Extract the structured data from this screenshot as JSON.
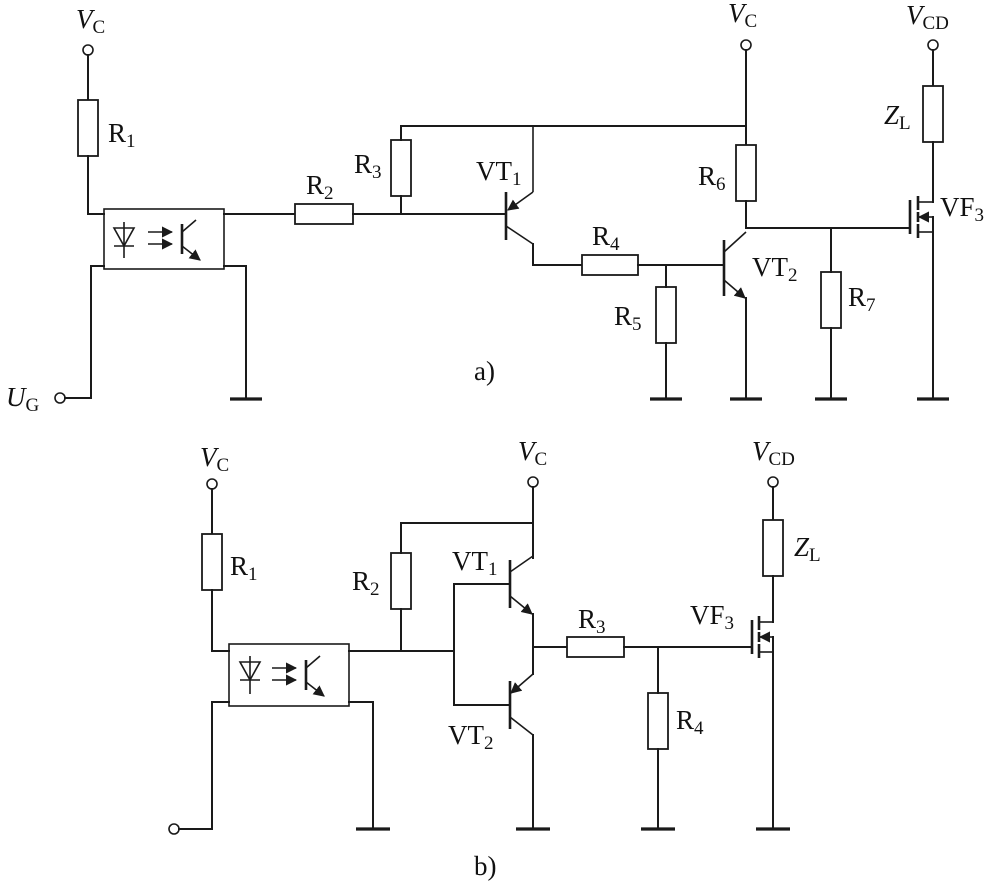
{
  "labels": {
    "vc": "V",
    "vc_sub": "C",
    "vcd_sub": "CD",
    "ug": "U",
    "ug_sub": "G",
    "r1": "R",
    "r1_sub": "1",
    "r2": "R",
    "r2_sub": "2",
    "r3": "R",
    "r3_sub": "3",
    "r4": "R",
    "r4_sub": "4",
    "r5": "R",
    "r5_sub": "5",
    "r6": "R",
    "r6_sub": "6",
    "r7": "R",
    "r7_sub": "7",
    "zl": "Z",
    "zl_sub": "L",
    "vt": "VT",
    "vt1_sub": "1",
    "vt2_sub": "2",
    "vf": "VF",
    "vf3_sub": "3",
    "caption_a": "a)",
    "caption_b": "b)"
  }
}
